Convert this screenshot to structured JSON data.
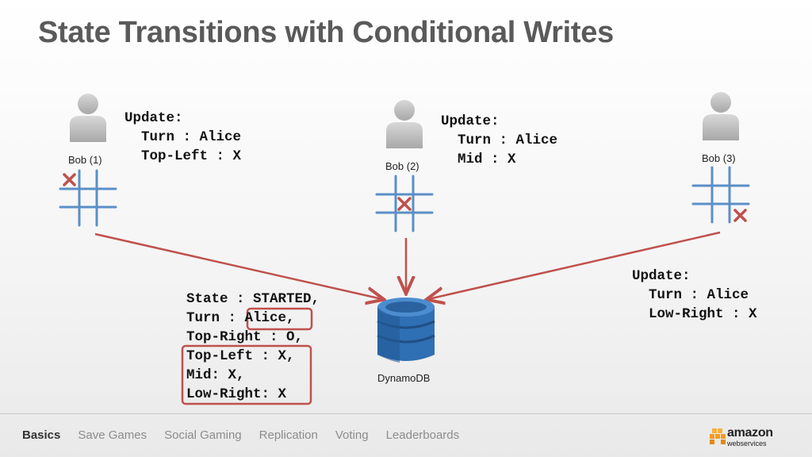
{
  "slide": {
    "title": "State Transitions with Conditional Writes"
  },
  "actors": [
    {
      "label": "Bob (1)",
      "update": "Update:\n  Turn : Alice\n  Top-Left : X",
      "mark": "top-left"
    },
    {
      "label": "Bob (2)",
      "update": "Update:\n  Turn : Alice\n  Mid : X",
      "mark": "mid"
    },
    {
      "label": "Bob (3)",
      "update": "Update:\n  Turn : Alice\n  Low-Right : X",
      "mark": "low-right"
    }
  ],
  "database": {
    "label": "DynamoDB",
    "state_lines": [
      "State : STARTED,",
      "Turn : Alice,",
      "Top-Right : O,",
      "Top-Left : X,",
      "Mid: X,",
      "Low-Right: X"
    ]
  },
  "footer": {
    "nav": [
      "Basics",
      "Save Games",
      "Social Gaming",
      "Replication",
      "Voting",
      "Leaderboards"
    ],
    "active": "Basics",
    "logo_word": "amazon",
    "logo_sub": "webservices"
  },
  "colors": {
    "title": "#5a5a5a",
    "grid": "#5b8fc7",
    "mark": "#c0504d",
    "arrow": "#c0504d",
    "person": "#c6c6c6",
    "dynamo": "#2f6fb3",
    "logo_orange": "#f39c21"
  },
  "icons": [
    "person-icon",
    "tic-tac-toe-board-icon",
    "x-mark-icon",
    "dynamodb-icon",
    "amazon-logo-icon"
  ]
}
